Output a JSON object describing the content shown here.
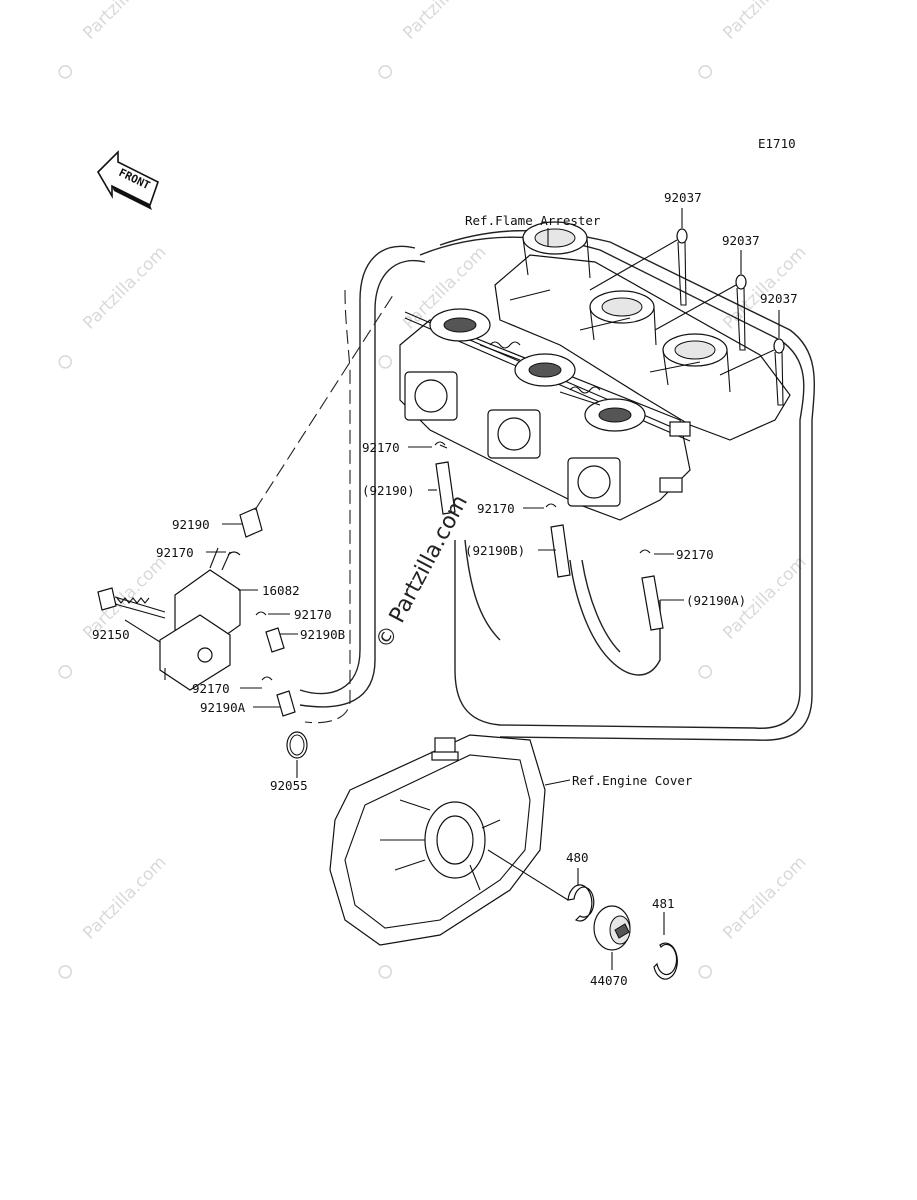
{
  "diagram_code": "E1710",
  "front_label": "FRONT",
  "watermark_text": "Partzilla.com",
  "center_watermark": "© Partzilla.com",
  "callouts": {
    "p92037a": "92037",
    "p92037b": "92037",
    "p92037c": "92037",
    "ref_flame": "Ref.Flame Arrester",
    "p92170_top": "92170",
    "p92190_paren": "(92190)",
    "p92170_mid": "92170",
    "p92190b_paren": "(92190B)",
    "p92170_right": "92170",
    "p92190a_paren": "(92190A)",
    "p92190_left": "92190",
    "p92170_left": "92170",
    "p16082": "16082",
    "p92150": "92150",
    "p92170_l2": "92170",
    "p92190b": "92190B",
    "p92170_l3": "92170",
    "p92190a": "92190A",
    "p92055": "92055",
    "ref_engine": "Ref.Engine Cover",
    "p480": "480",
    "p481": "481",
    "p44070": "44070"
  },
  "colors": {
    "line": "#111111",
    "watermark": "#d9d9d9"
  }
}
